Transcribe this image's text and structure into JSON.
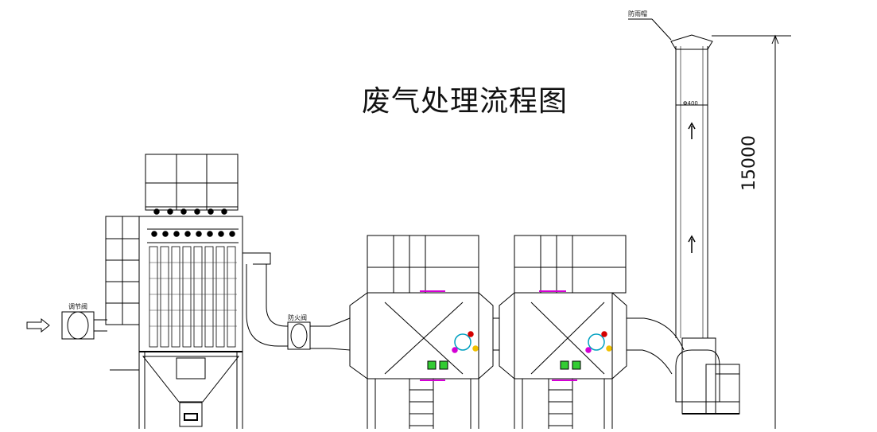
{
  "title": "废气处理流程图",
  "stack_height_dimension": "15000",
  "labels": {
    "rain_cap": "防雨帽",
    "inlet_valve": "调节阀",
    "fire_damper": "防火阀",
    "stack_diameter": "Φ400"
  }
}
